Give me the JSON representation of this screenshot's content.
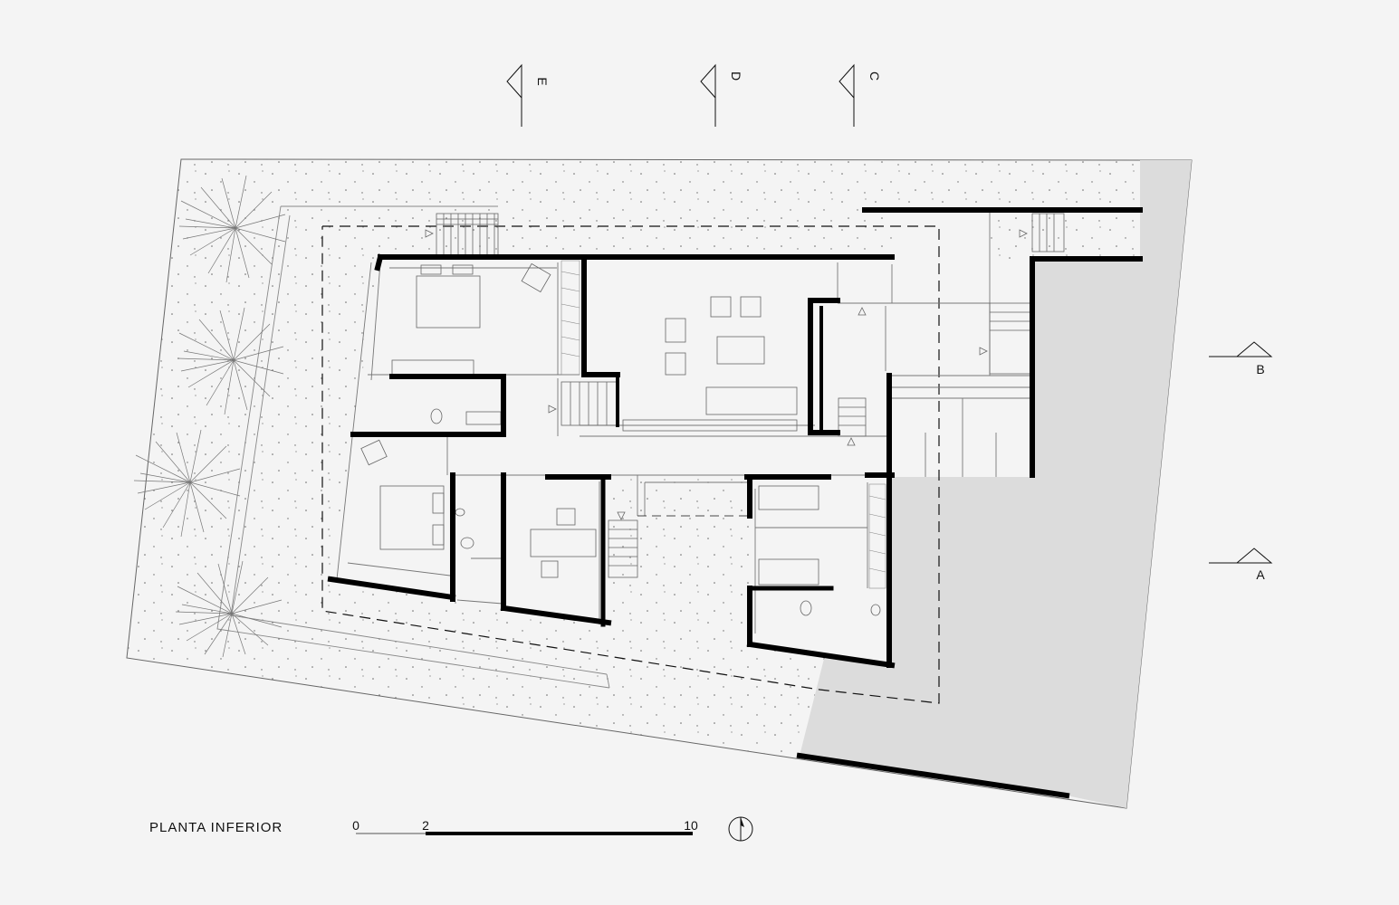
{
  "title": "PLANTA INFERIOR",
  "scale_bar": {
    "ticks": [
      "0",
      "2",
      "10"
    ]
  },
  "section_markers": {
    "top": [
      "E",
      "D",
      "C"
    ],
    "right": [
      "B",
      "A"
    ]
  },
  "colors": {
    "background": "#f4f4f4",
    "wall": "#000000",
    "shade": "#dcdcdc",
    "line": "#555555"
  }
}
